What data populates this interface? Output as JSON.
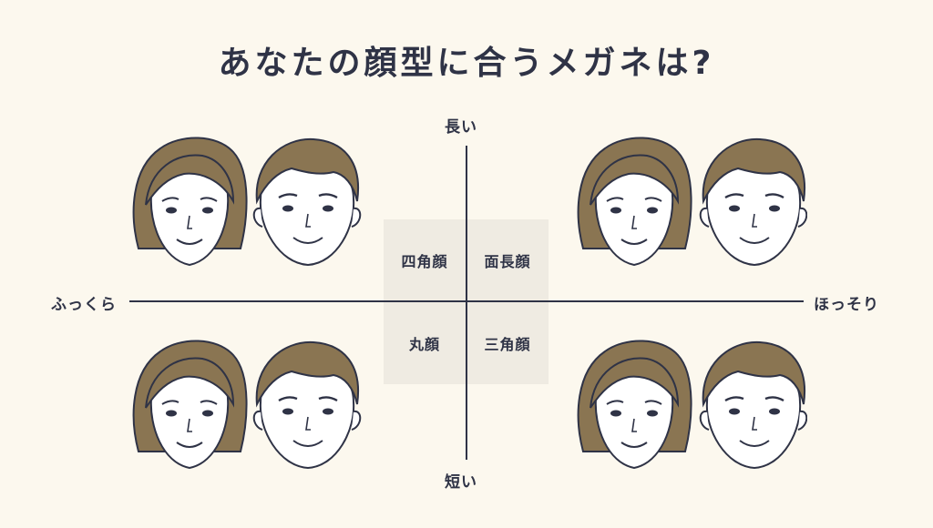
{
  "title": "あなたの顔型に合うメガネは?",
  "axis": {
    "top": "長い",
    "bottom": "短い",
    "left": "ふっくら",
    "right": "ほっそり"
  },
  "quadrants": {
    "top_left": "四角顔",
    "top_right": "面長顔",
    "bottom_left": "丸顔",
    "bottom_right": "三角顔"
  },
  "colors": {
    "background": "#fcf8ee",
    "text": "#2f3346",
    "hair": "#8a7552",
    "skin": "#ffffff",
    "quadrant_box": "#efebe2"
  }
}
